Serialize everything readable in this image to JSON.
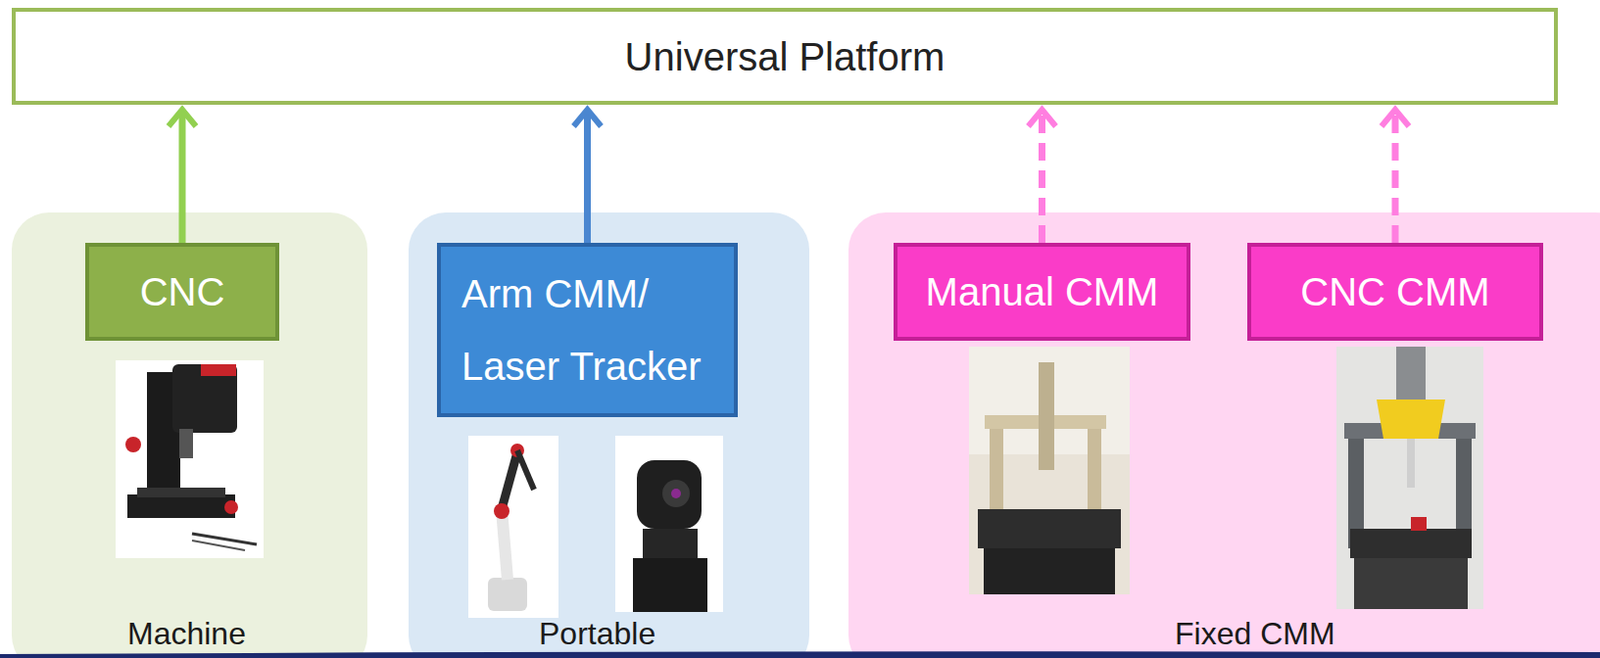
{
  "diagram": {
    "nodes": [
      {
        "text": [
          "Universal Platform"
        ]
      },
      {
        "text": [
          "Machine"
        ]
      },
      {
        "text": [
          "CNC"
        ],
        "in": 1
      },
      {
        "text": [
          "Portable"
        ]
      },
      {
        "text": [
          "Arm CMM/ Laser Tracker"
        ],
        "in": 3
      },
      {
        "text": [
          "Fixed CMM"
        ]
      },
      {
        "text": [
          "Manual CMM"
        ],
        "in": 5
      },
      {
        "text": [
          "CNC CMM"
        ],
        "in": 5
      }
    ],
    "edges": [
      {
        "from": 2,
        "to": 0,
        "arrow": "to"
      },
      {
        "from": 4,
        "to": 0,
        "arrow": "to"
      },
      {
        "from": 6,
        "to": 0,
        "arrow": "to"
      },
      {
        "from": 7,
        "to": 0,
        "arrow": "to"
      }
    ]
  }
}
